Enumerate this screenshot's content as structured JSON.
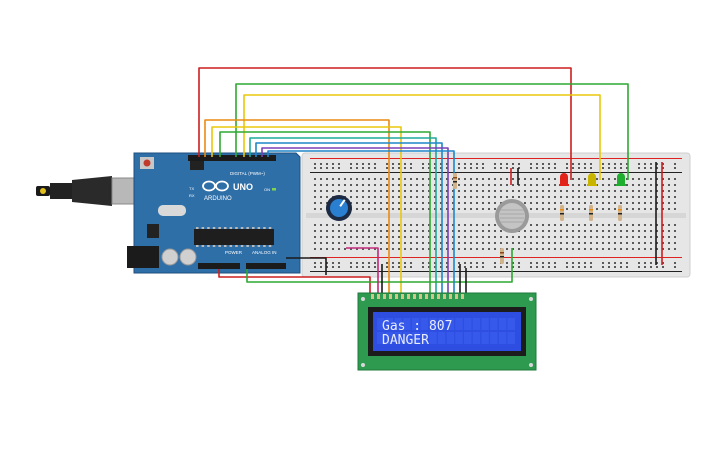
{
  "arduino": {
    "brand": "ARDUINO",
    "model": "UNO",
    "digital_label": "DIGITAL (PWM~)",
    "power_label": "POWER",
    "analog_label": "ANALOG IN",
    "on_label": "ON",
    "tx_label": "TX",
    "rx_label": "RX"
  },
  "lcd": {
    "line1": "Gas : 807",
    "line2": "DANGER"
  },
  "leds": [
    {
      "color": "red",
      "hex": "#e2231a"
    },
    {
      "color": "yellow",
      "hex": "#c9b400"
    },
    {
      "color": "green",
      "hex": "#1fae2e"
    }
  ],
  "colors": {
    "board_blue": "#2f6fa8",
    "breadboard": "#e6e6e6",
    "lcd_pcb": "#2e9a4f",
    "lcd_screen": "#2d4ee0",
    "wire_red": "#cc1f1f",
    "wire_green": "#2ea832",
    "wire_yellow": "#e8c80c",
    "wire_orange": "#e98a12",
    "wire_blue": "#1f86c9",
    "wire_teal": "#1fa89c",
    "wire_purple": "#7a3fb8",
    "wire_magenta": "#c2287a"
  },
  "components": {
    "potentiometer": "potentiometer",
    "gas_sensor": "gas-sensor",
    "usb_cable": "usb-cable"
  }
}
